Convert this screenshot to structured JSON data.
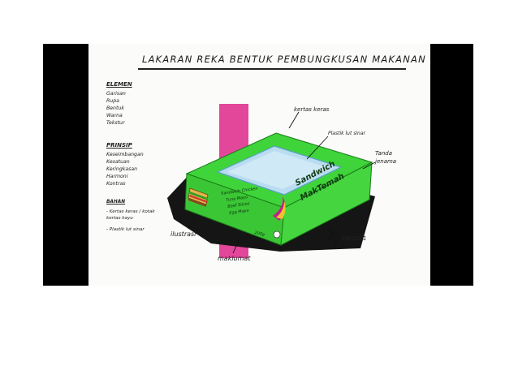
{
  "title": "LAKARAN REKA BENTUK PEMBUNGKUSAN MAKANAN",
  "elemen": {
    "heading": "ELEMEN",
    "items": [
      "Garisan",
      "Rupa",
      "Bentuk",
      "Warna",
      "Tekstur"
    ]
  },
  "prinsip": {
    "heading": "PRINSIP",
    "items": [
      "Keseimbangan",
      "Kesatuan",
      "Keringkasan",
      "Harmoni",
      "Kontras"
    ]
  },
  "bahan": {
    "heading": "BAHAN",
    "items": [
      "- Kertas keras / kotak kertas kayu",
      "- Plastik lut sinar"
    ]
  },
  "labels": {
    "kertas_keras": "kertas keras",
    "plastik": "Plastik lut sinar",
    "tanda": "Tanda jenama",
    "ilustrasi": "ilustrasi",
    "maklumat": "maklumat"
  },
  "box": {
    "brand_line1": "Sandwich",
    "brand_line2": "MakTemah",
    "info_lines": [
      "Sandwich Chicken",
      "Tuna Mayo",
      "Beef Slices",
      "Egg Mayo"
    ],
    "weight": "200g"
  },
  "signature_date": "7/8/2021",
  "colors": {
    "box_green": "#3fd43a",
    "box_green_dark": "#1f9a1f",
    "window": "#b9dcf0",
    "pink_stripe": "#e0338f",
    "shadow": "#1a1a1a"
  }
}
